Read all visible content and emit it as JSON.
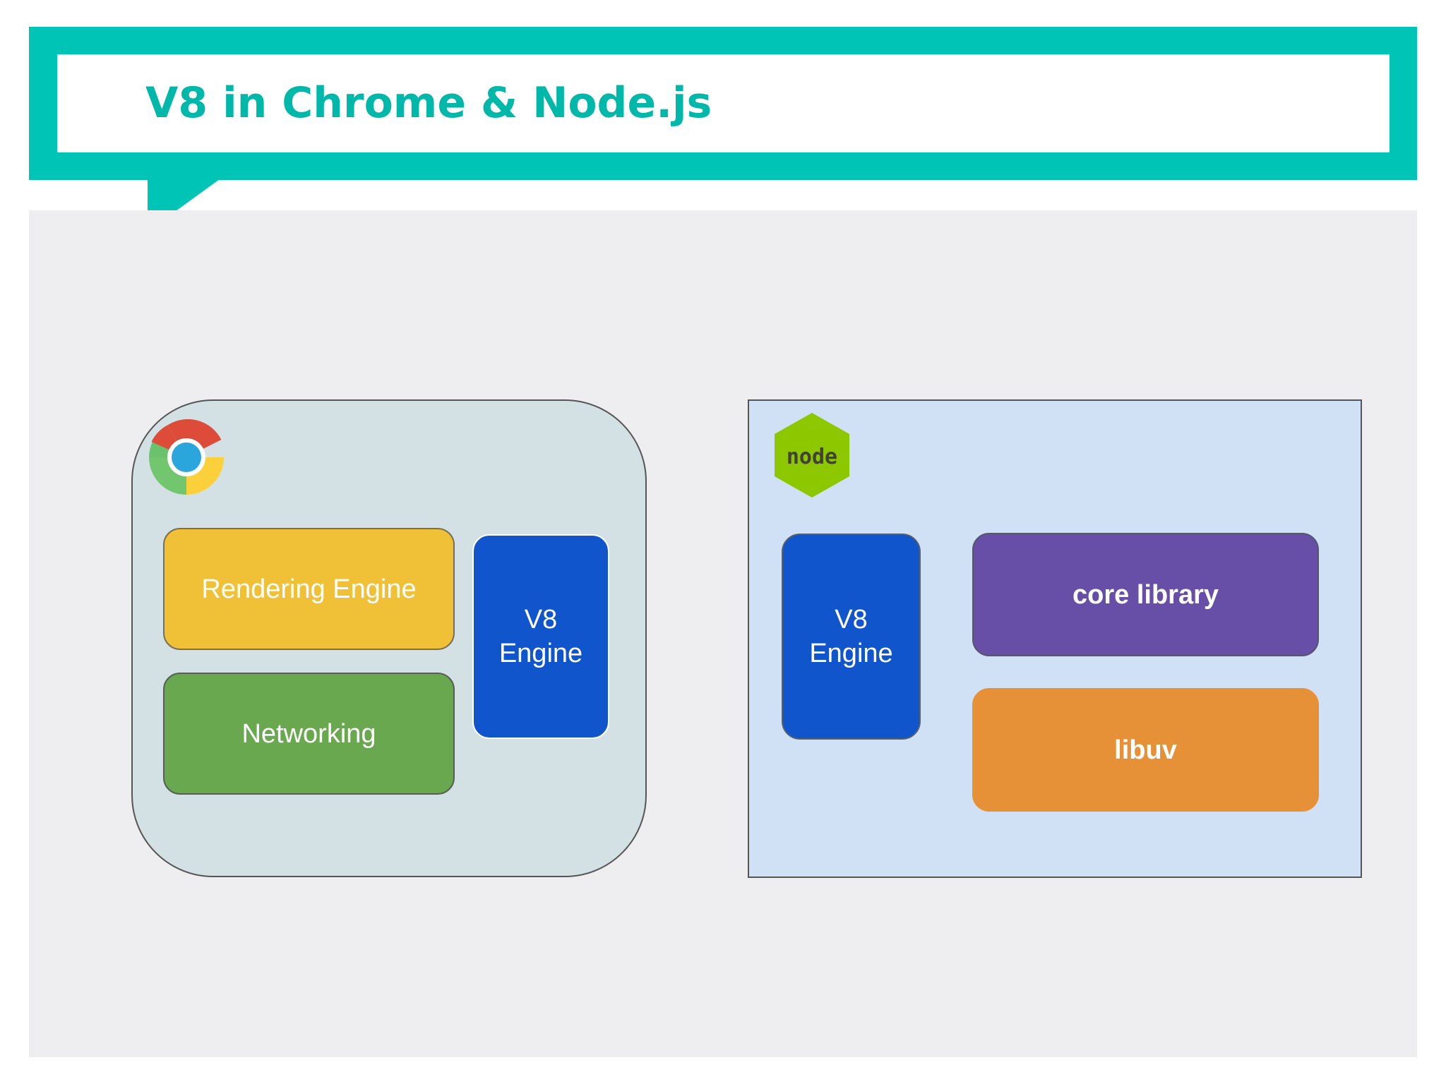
{
  "title": "V8 in Chrome & Node.js",
  "chrome": {
    "logo_icon": "chrome-logo-icon",
    "rendering_engine": "Rendering Engine",
    "networking": "Networking",
    "v8_line1": "V8",
    "v8_line2": "Engine"
  },
  "node": {
    "logo_icon": "nodejs-logo-icon",
    "logo_text": "node",
    "v8_line1": "V8",
    "v8_line2": "Engine",
    "core_library": "core library",
    "libuv": "libuv"
  },
  "colors": {
    "accent": "#00c4b6",
    "rendering_engine": "#f0c136",
    "networking": "#6aa84f",
    "v8_engine": "#1155cc",
    "core_library": "#674ea7",
    "libuv": "#e69138",
    "chrome_container": "#d3e1e5",
    "node_container": "#d0e1f5"
  }
}
